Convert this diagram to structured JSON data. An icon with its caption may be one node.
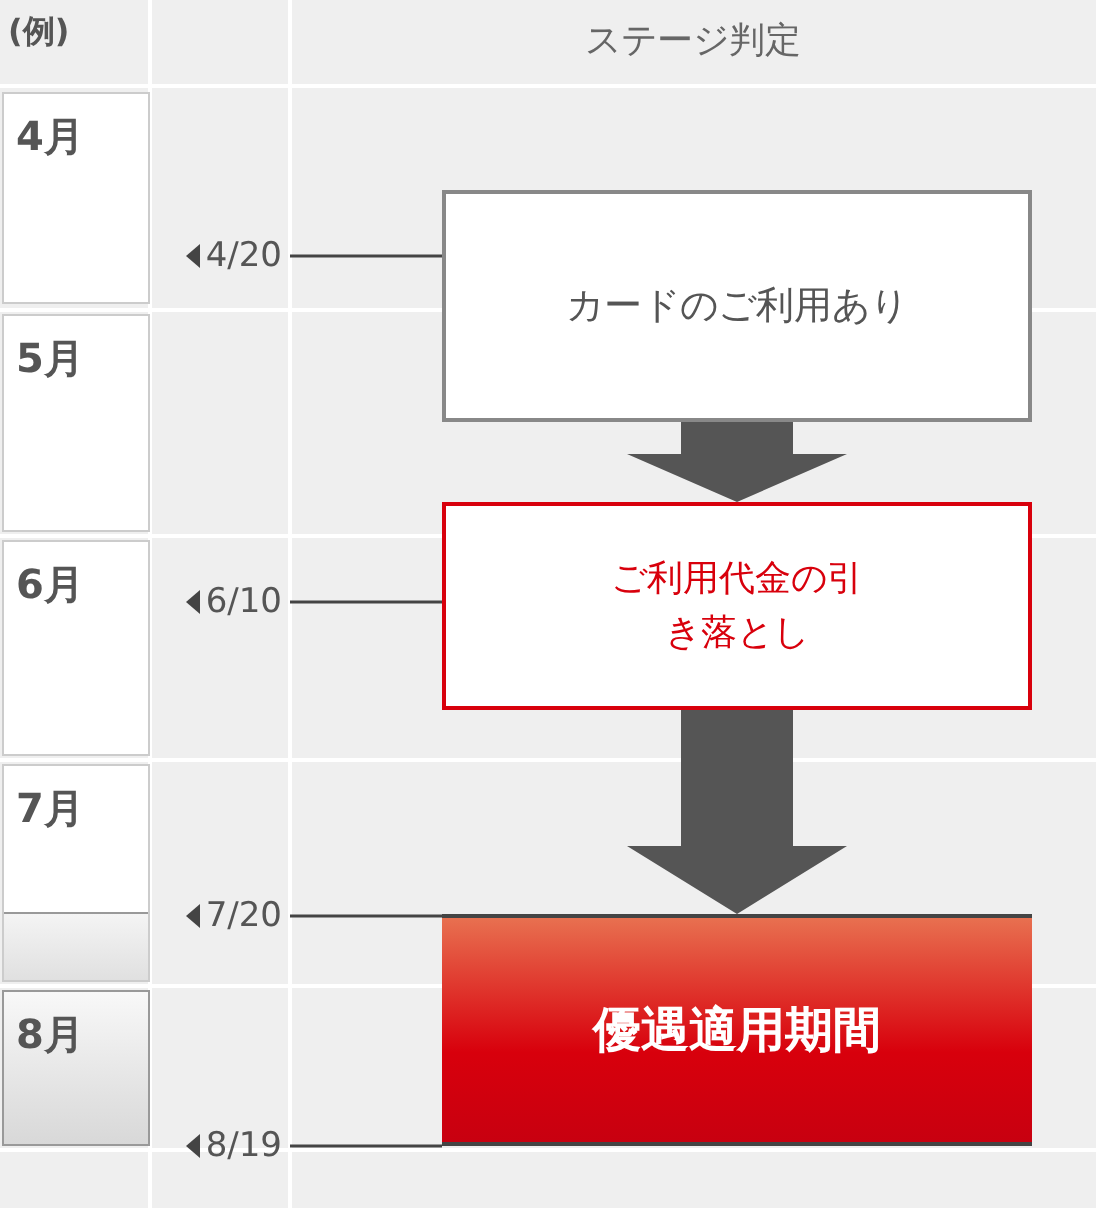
{
  "diagram": {
    "nodes": [
      {
        "text": [
          "カードのご利用あり"
        ]
      },
      {
        "text": [
          "ご利用代金の引き落とし"
        ]
      },
      {
        "text": [
          "優遇適用期間"
        ]
      },
      {
        "text": [
          "4/20"
        ]
      },
      {
        "text": [
          "6/10"
        ]
      },
      {
        "text": [
          "7/20"
        ]
      },
      {
        "text": [
          "8/19"
        ]
      }
    ],
    "edges": [
      {
        "from": 0,
        "to": 1,
        "arrow": "to"
      },
      {
        "from": 1,
        "to": 2,
        "arrow": "to"
      },
      {
        "from": 3,
        "to": 0,
        "arrow": "none"
      },
      {
        "from": 4,
        "to": 1,
        "arrow": "none"
      },
      {
        "from": 5,
        "to": 2,
        "arrow": "none"
      },
      {
        "from": 6,
        "to": 2,
        "arrow": "none"
      }
    ],
    "labels": [
      "(例)",
      "ステージ判定",
      "4月",
      "5月",
      "6月",
      "7月",
      "8月"
    ]
  }
}
